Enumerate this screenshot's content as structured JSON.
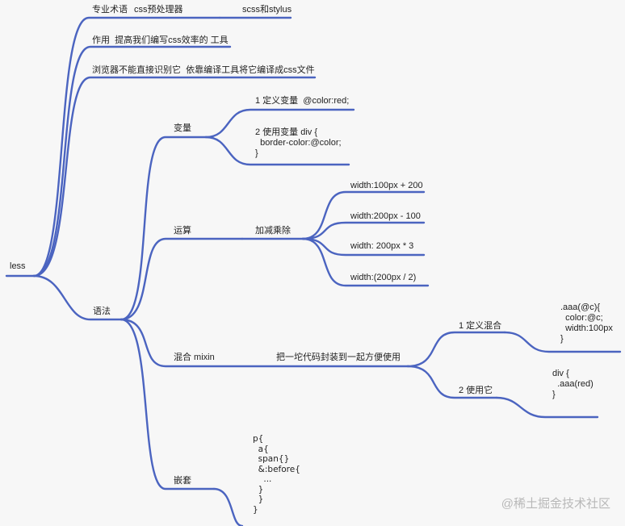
{
  "root": "less",
  "top_nodes": {
    "term": {
      "label": "专业术语",
      "text1": "css预处理器",
      "text2": "scss和stylus"
    },
    "purpose": {
      "text": "作用  提高我们编写css效率的 工具"
    },
    "browser": {
      "text": "浏览器不能直接识别它  依靠编译工具将它编译成css文件"
    }
  },
  "syntax": {
    "label": "语法",
    "variables": {
      "label": "变量",
      "define": "1 定义变量  @color:red;",
      "use": "2 使用变量 div {\n  border-color:@color;\n}"
    },
    "operations": {
      "label": "运算",
      "group": "加减乘除",
      "items": [
        "width:100px + 200",
        "width:200px - 100",
        "width: 200px * 3",
        "width:(200px / 2)"
      ]
    },
    "mixin": {
      "label": "混合 mixin",
      "desc": "把一坨代码封装到一起方便使用",
      "define": "1 定义混合",
      "define_code": ".aaa(@c){\n  color:@c;\n  width:100px\n}",
      "use": "2 使用它",
      "use_code": "div {\n  .aaa(red)\n}"
    },
    "nesting": {
      "label": "嵌套",
      "code": "p{\n  a{\n  span{}\n  &:before{\n    ...\n  }\n  }\n}"
    }
  },
  "watermark": "@稀土掘金技术社区",
  "colors": {
    "edge": "#4b64c0"
  }
}
